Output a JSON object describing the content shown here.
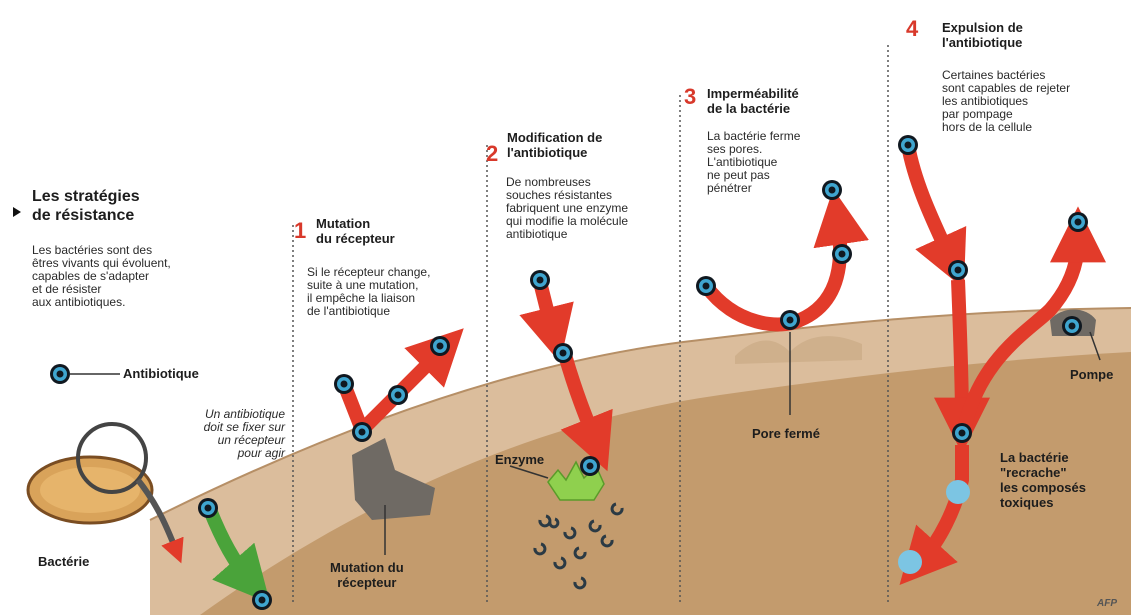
{
  "intro": {
    "title": "Les stratégies\nde résistance",
    "text": "Les bactéries sont des\nêtres vivants qui évoluent,\ncapables de s'adapter\net de résister\naux antibiotiques."
  },
  "legend": {
    "antibiotic_label": "Antibiotique",
    "bacteria_label": "Bactérie",
    "receptor_note": "Un antibiotique\ndoit se fixer sur\nun récepteur\npour agir"
  },
  "steps": [
    {
      "number": "1",
      "title": "Mutation\ndu récepteur",
      "text": "Si le récepteur change,\nsuite à une mutation,\nil empêche la liaison\nde l'antibiotique",
      "caption": "Mutation du\nrécepteur"
    },
    {
      "number": "2",
      "title": "Modification de\nl'antibiotique",
      "text": "De nombreuses\nsouches résistantes\nfabriquent une enzyme\nqui modifie la molécule\nantibiotique",
      "caption": "Enzyme"
    },
    {
      "number": "3",
      "title": "Imperméabilité\nde la bactérie",
      "text": "La bactérie ferme\nses pores.\nL'antibiotique\nne peut pas\npénétrer",
      "caption": "Pore fermé"
    },
    {
      "number": "4",
      "title": "Expulsion de\nl'antibiotique",
      "text": "Certaines bactéries\nsont capables de rejeter\nles antibiotiques\npar pompage\nhors de la cellule",
      "caption": "Pompe",
      "note": "La bactérie\n\"recrache\"\nles composés\ntoxiques"
    }
  ],
  "credit": "AFP",
  "colors": {
    "membrane": "#d9b896",
    "interior": "#c49a6c",
    "arrow_red": "#e23b2a",
    "arrow_green": "#4aa33a",
    "number": "#d8392b",
    "receptor": "#6f6a64",
    "enzyme": "#8fd04e",
    "compound": "#7cc5e3"
  }
}
